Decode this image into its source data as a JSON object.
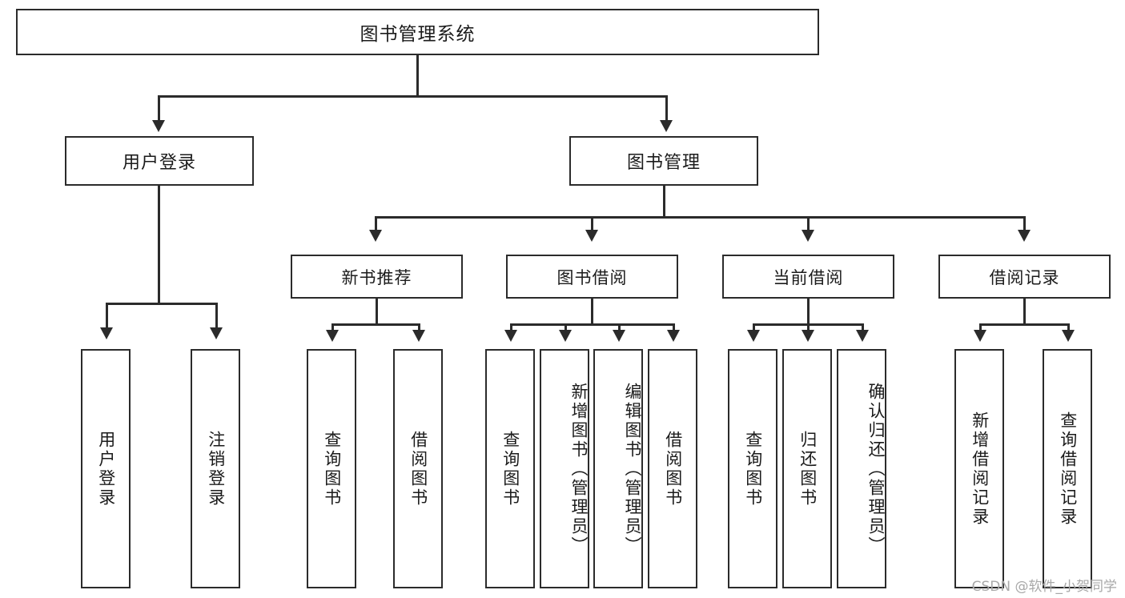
{
  "diagram": {
    "title": "图书管理系统",
    "type": "hierarchy-tree",
    "root": {
      "label": "图书管理系统"
    },
    "level2": [
      {
        "label": "用户登录"
      },
      {
        "label": "图书管理"
      }
    ],
    "level3": [
      {
        "label": "新书推荐"
      },
      {
        "label": "图书借阅"
      },
      {
        "label": "当前借阅"
      },
      {
        "label": "借阅记录"
      }
    ],
    "leaves": {
      "user_login": [
        {
          "label": "用户登录"
        },
        {
          "label": "注销登录"
        }
      ],
      "new_book_recommend": [
        {
          "label": "查询图书"
        },
        {
          "label": "借阅图书"
        }
      ],
      "book_borrow": [
        {
          "label": "查询图书"
        },
        {
          "label": "新增图书（管理员）"
        },
        {
          "label": "编辑图书（管理员）"
        },
        {
          "label": "借阅图书"
        }
      ],
      "current_borrow": [
        {
          "label": "查询图书"
        },
        {
          "label": "归还图书"
        },
        {
          "label": "确认归还（管理员）"
        }
      ],
      "borrow_record": [
        {
          "label": "新增借阅记录"
        },
        {
          "label": "查询借阅记录"
        }
      ]
    }
  },
  "watermark": {
    "text": "CSDN @软件_小贺同学"
  },
  "colors": {
    "stroke": "#2b2b2b",
    "background": "#ffffff",
    "text": "#1b1b1b",
    "watermark": "#a8a8a8"
  }
}
